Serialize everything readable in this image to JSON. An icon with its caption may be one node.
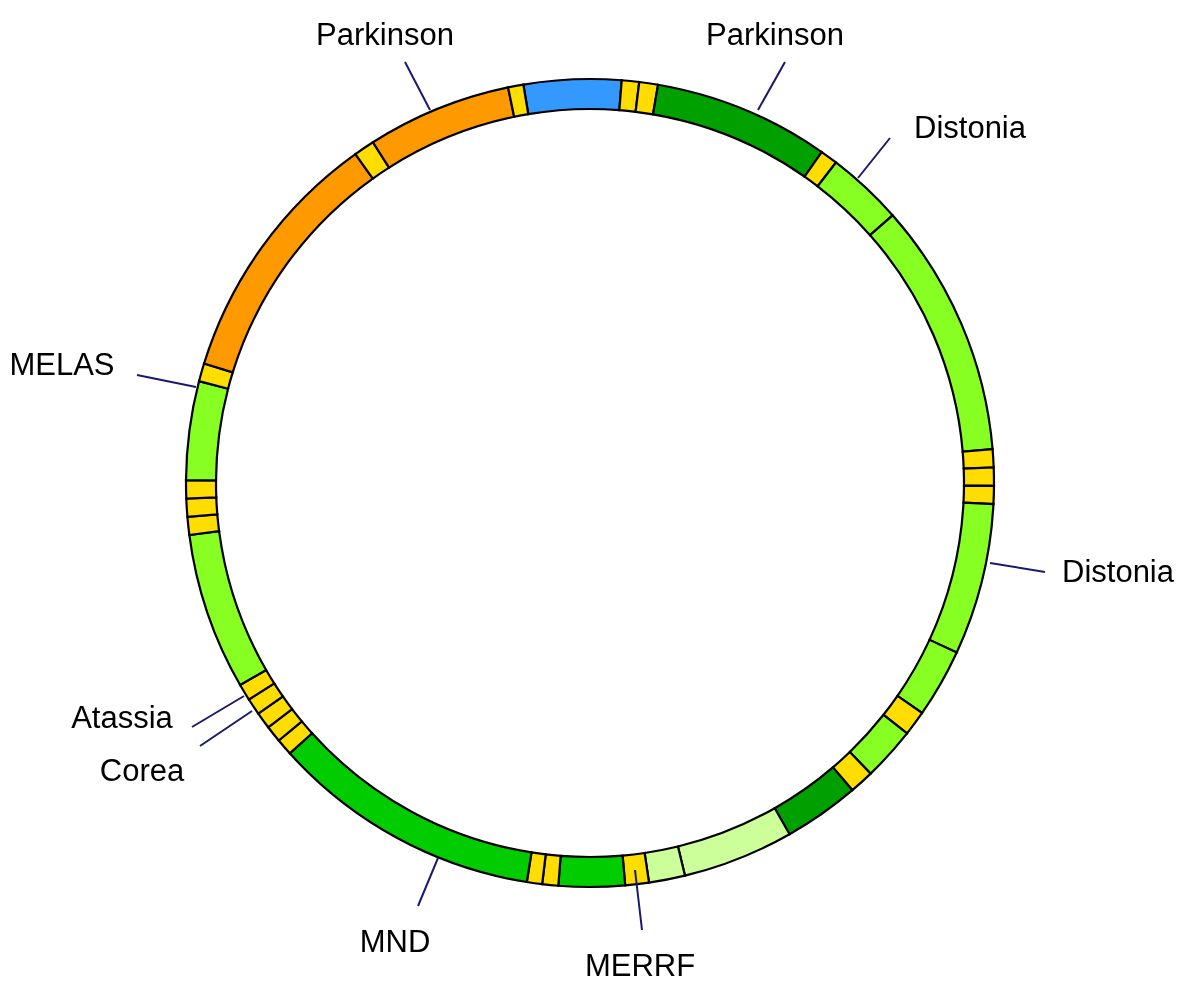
{
  "diagram": {
    "nodes": [
      {
        "text": [
          "Parkinson"
        ]
      },
      {
        "text": [
          "Parkinson"
        ]
      },
      {
        "text": [
          "Distonia"
        ]
      },
      {
        "text": [
          "MELAS"
        ]
      },
      {
        "text": [
          "Distonia"
        ]
      },
      {
        "text": [
          "Atassia"
        ]
      },
      {
        "text": [
          "Corea"
        ]
      },
      {
        "text": [
          "MND"
        ]
      },
      {
        "text": [
          "MERRF"
        ]
      }
    ],
    "edges": [
      {
        "from": 0,
        "to": null,
        "arrow": "none"
      },
      {
        "from": 1,
        "to": null,
        "arrow": "none"
      },
      {
        "from": 2,
        "to": null,
        "arrow": "none"
      },
      {
        "from": 3,
        "to": null,
        "arrow": "none"
      },
      {
        "from": 4,
        "to": null,
        "arrow": "none"
      },
      {
        "from": 5,
        "to": null,
        "arrow": "none"
      },
      {
        "from": 6,
        "to": null,
        "arrow": "none"
      },
      {
        "from": 7,
        "to": null,
        "arrow": "none"
      },
      {
        "from": 8,
        "to": null,
        "arrow": "none"
      }
    ]
  }
}
